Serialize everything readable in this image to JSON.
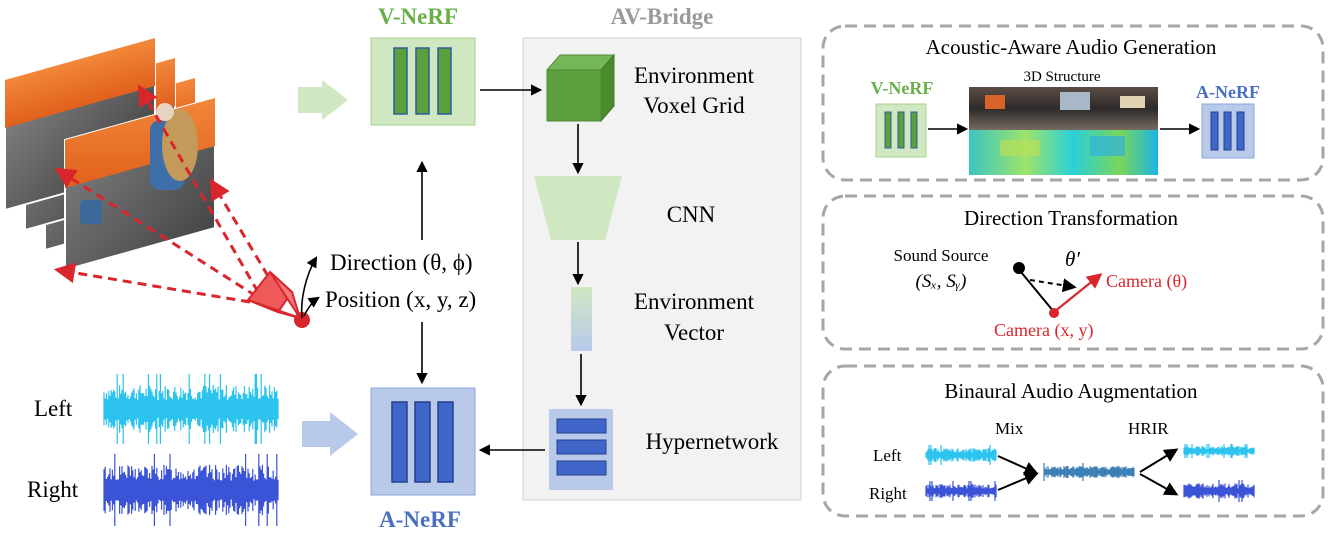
{
  "vnerf": {
    "title": "V-NeRF"
  },
  "anerf": {
    "title": "A-NeRF"
  },
  "avbridge": {
    "title": "AV-Bridge",
    "voxel_label_1": "Environment",
    "voxel_label_2": "Voxel Grid",
    "cnn_label": "CNN",
    "vector_label_1": "Environment",
    "vector_label_2": "Vector",
    "hyper_label": "Hypernetwork"
  },
  "camera": {
    "direction_label": "Direction (θ, ϕ)",
    "position_label": "Position (x, y, z)"
  },
  "audio": {
    "left_label": "Left",
    "right_label": "Right"
  },
  "panel_acoustic": {
    "title": "Acoustic-Aware Audio Generation",
    "vnerf_label": "V-NeRF",
    "structure_label": "3D Structure",
    "anerf_label": "A-NeRF"
  },
  "panel_direction": {
    "title": "Direction Transformation",
    "sound_source_1": "Sound Source",
    "sound_source_2": "(Sₓ, Sᵧ)",
    "angle_label": "θ′",
    "camera_theta": "Camera (θ)",
    "camera_xy": "Camera (x, y)"
  },
  "panel_binaural": {
    "title": "Binaural Audio Augmentation",
    "mix_label": "Mix",
    "hrir_label": "HRIR",
    "left_label": "Left",
    "right_label": "Right"
  },
  "colors": {
    "green_fill": "#cfe8c2",
    "green_bar": "#5aa03c",
    "green_text": "#6aaf4a",
    "blue_fill": "#b8c9ea",
    "blue_bar": "#3f66c8",
    "blue_text": "#4a6fc0",
    "gray_text": "#999999",
    "red": "#d9262c",
    "cyan_wave": "#2cc3ee",
    "blue_wave": "#3b53d6",
    "bridge_bg": "#f2f2f2"
  }
}
